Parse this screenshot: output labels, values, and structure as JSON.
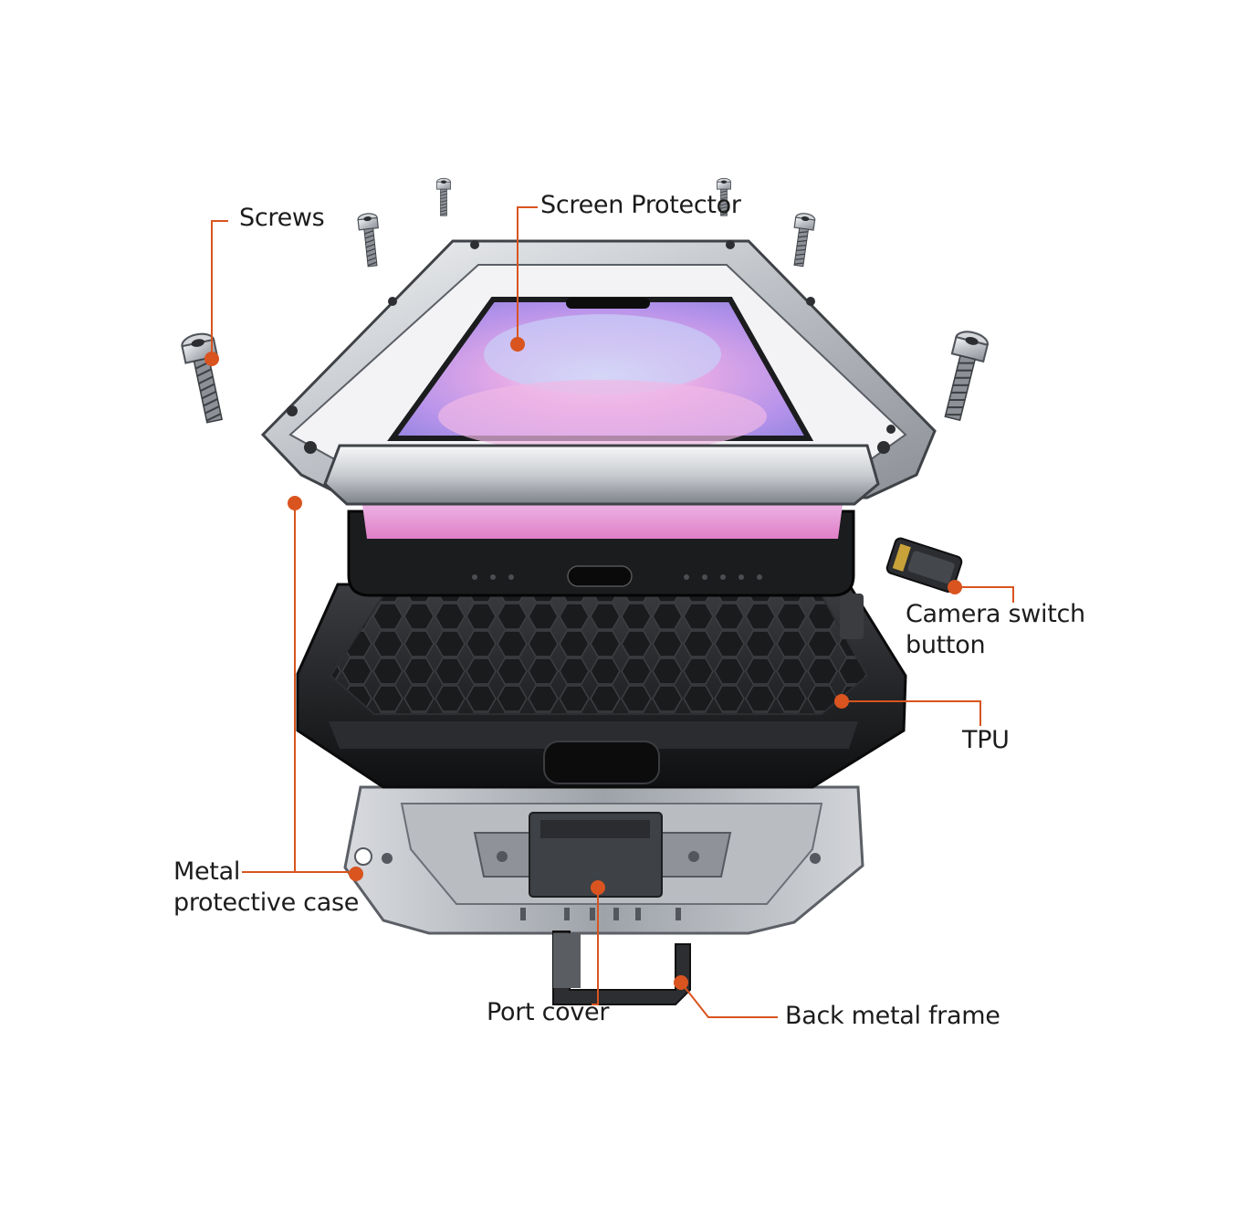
{
  "colors": {
    "accent": "#d9541f",
    "screen_pink": "#e9b6e6",
    "screen_violet": "#9b7fe6",
    "metal_light": "#e4e6e9",
    "metal_dark": "#6f747b",
    "tpu_black": "#1e1f21"
  },
  "labels": {
    "screws": "Screws",
    "screen_protector": "Screen Protector",
    "camera_switch_line1": "Camera switch",
    "camera_switch_line2": "button",
    "tpu": "TPU",
    "metal_case_line1": "Metal",
    "metal_case_line2": "protective case",
    "port_cover": "Port cover",
    "back_metal_frame": "Back metal frame"
  },
  "icons": {
    "screw": "screw-icon",
    "callout_dot": "callout-dot-icon"
  }
}
